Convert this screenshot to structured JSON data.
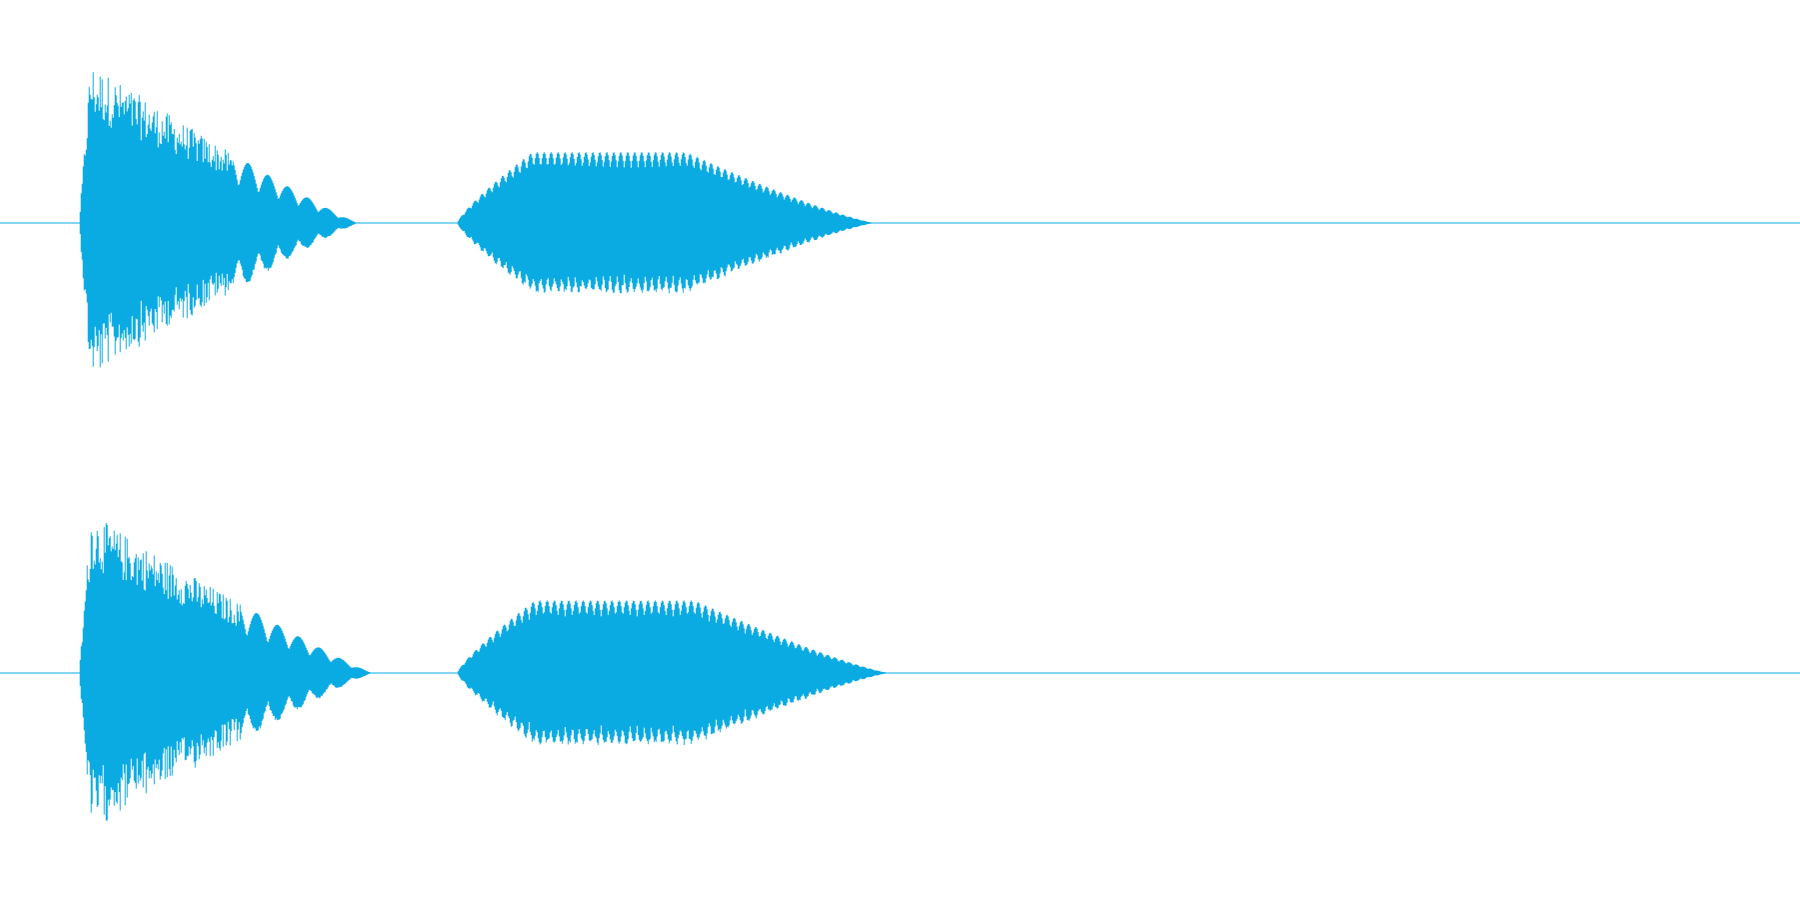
{
  "waveform": {
    "color": "#0aabe3",
    "background": "#ffffff",
    "channels": [
      {
        "name": "",
        "bursts": [
          {
            "start": 0.044,
            "end": 0.199,
            "peak": 0.99,
            "shape": "decay"
          },
          {
            "start": 0.254,
            "end": 0.486,
            "peak": 0.42,
            "shape": "swell"
          }
        ]
      },
      {
        "name": "",
        "bursts": [
          {
            "start": 0.044,
            "end": 0.207,
            "peak": 0.99,
            "shape": "decay"
          },
          {
            "start": 0.254,
            "end": 0.494,
            "peak": 0.43,
            "shape": "swell"
          }
        ]
      }
    ]
  }
}
